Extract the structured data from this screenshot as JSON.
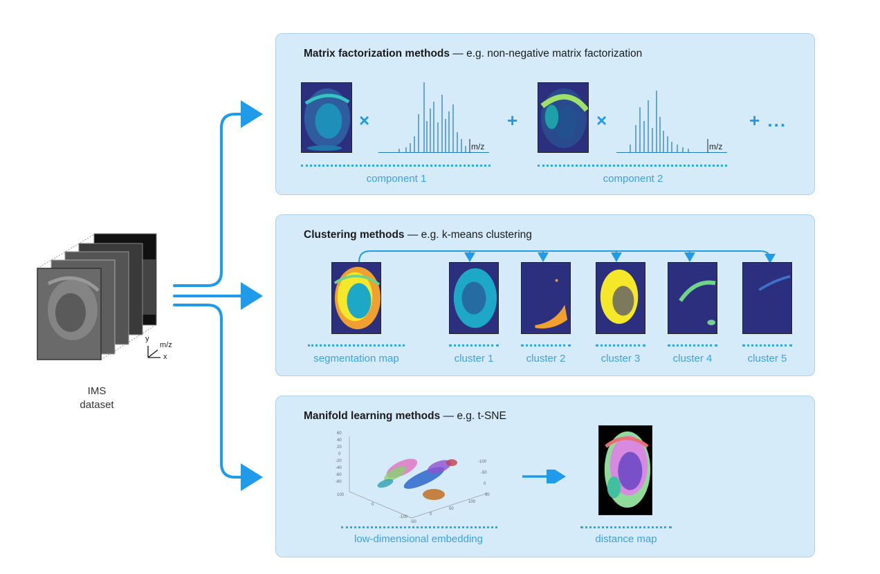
{
  "dataset": {
    "line1": "IMS",
    "line2": "dataset",
    "axis_y": "y",
    "axis_mz": "m/z",
    "axis_x": "x"
  },
  "panels": {
    "matrix": {
      "title_bold": "Matrix factorization methods",
      "title_rest": " — e.g. non-negative matrix factorization",
      "times_symbol": "×",
      "plus_symbol": "+",
      "more_symbol": "+ ...",
      "mz_label": "m/z",
      "captions": [
        "component 1",
        "component 2"
      ]
    },
    "clustering": {
      "title_bold": "Clustering methods",
      "title_rest": " — e.g. k-means clustering",
      "captions": [
        "segmentation map",
        "cluster 1",
        "cluster 2",
        "cluster 3",
        "cluster 4",
        "cluster 5"
      ]
    },
    "manifold": {
      "title_bold": "Manifold learning methods",
      "title_rest": " — e.g. t-SNE",
      "captions": [
        "low-dimensional embedding",
        "distance map"
      ],
      "plot_ticks": [
        "60",
        "40",
        "20",
        "0",
        "-20",
        "-40",
        "-60",
        "-80",
        "100",
        "0",
        "-100",
        "-50",
        "0",
        "50",
        "100",
        "50",
        "0",
        "-50",
        "-100"
      ]
    }
  },
  "colors": {
    "accent": "#1f9be9",
    "panel_bg": "#d6ebfa",
    "cluster_bg": "#2b2f7e",
    "cluster1": "#1ea8c8",
    "cluster2": "#f0a030",
    "cluster3": "#f5e82a",
    "cluster4": "#6fd48a",
    "cluster5": "#3f6fc8"
  }
}
